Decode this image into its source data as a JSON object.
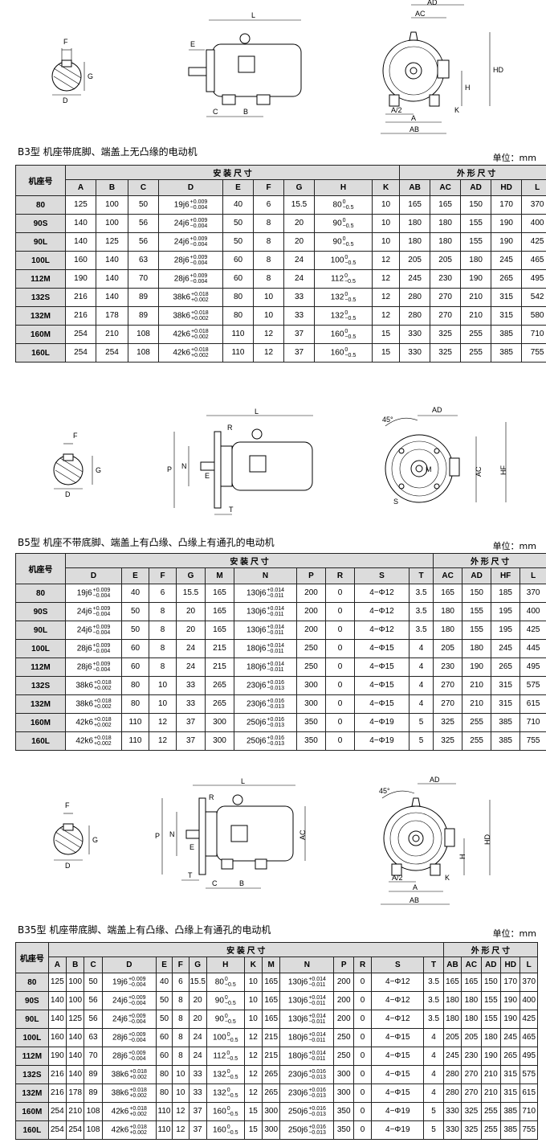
{
  "sections": [
    {
      "id": "b3",
      "caption": "B3型   机座带底脚、端盖上无凸缘的电动机",
      "unit": "单位：mm",
      "group_headers": {
        "model": "机座号",
        "install": "安 装 尺 寸",
        "outline": "外 形 尺 寸"
      },
      "install_cols": [
        "A",
        "B",
        "C",
        "D",
        "E",
        "F",
        "G",
        "H",
        "K"
      ],
      "outline_cols": [
        "AB",
        "AC",
        "AD",
        "HD",
        "L"
      ],
      "rows": [
        {
          "model": "80",
          "A": "125",
          "B": "100",
          "C": "50",
          "D": "19j6",
          "D_tol": [
            "+0.009",
            "−0.004"
          ],
          "E": "40",
          "F": "6",
          "G": "15.5",
          "H": "80",
          "H_tol": [
            "0",
            "−0.5"
          ],
          "K": "10",
          "AB": "165",
          "AC": "165",
          "AD": "150",
          "HD": "170",
          "L": "370"
        },
        {
          "model": "90S",
          "A": "140",
          "B": "100",
          "C": "56",
          "D": "24j6",
          "D_tol": [
            "+0.009",
            "−0.004"
          ],
          "E": "50",
          "F": "8",
          "G": "20",
          "H": "90",
          "H_tol": [
            "0",
            "−0.5"
          ],
          "K": "10",
          "AB": "180",
          "AC": "180",
          "AD": "155",
          "HD": "190",
          "L": "400"
        },
        {
          "model": "90L",
          "A": "140",
          "B": "125",
          "C": "56",
          "D": "24j6",
          "D_tol": [
            "+0.009",
            "−0.004"
          ],
          "E": "50",
          "F": "8",
          "G": "20",
          "H": "90",
          "H_tol": [
            "0",
            "−0.5"
          ],
          "K": "10",
          "AB": "180",
          "AC": "180",
          "AD": "155",
          "HD": "190",
          "L": "425"
        },
        {
          "model": "100L",
          "A": "160",
          "B": "140",
          "C": "63",
          "D": "28j6",
          "D_tol": [
            "+0.009",
            "−0.004"
          ],
          "E": "60",
          "F": "8",
          "G": "24",
          "H": "100",
          "H_tol": [
            "0",
            "−0.5"
          ],
          "K": "12",
          "AB": "205",
          "AC": "205",
          "AD": "180",
          "HD": "245",
          "L": "465"
        },
        {
          "model": "112M",
          "A": "190",
          "B": "140",
          "C": "70",
          "D": "28j6",
          "D_tol": [
            "+0.009",
            "−0.004"
          ],
          "E": "60",
          "F": "8",
          "G": "24",
          "H": "112",
          "H_tol": [
            "0",
            "−0.5"
          ],
          "K": "12",
          "AB": "245",
          "AC": "230",
          "AD": "190",
          "HD": "265",
          "L": "495"
        },
        {
          "model": "132S",
          "A": "216",
          "B": "140",
          "C": "89",
          "D": "38k6",
          "D_tol": [
            "+0.018",
            "+0.002"
          ],
          "E": "80",
          "F": "10",
          "G": "33",
          "H": "132",
          "H_tol": [
            "0",
            "−0.5"
          ],
          "K": "12",
          "AB": "280",
          "AC": "270",
          "AD": "210",
          "HD": "315",
          "L": "542"
        },
        {
          "model": "132M",
          "A": "216",
          "B": "178",
          "C": "89",
          "D": "38k6",
          "D_tol": [
            "+0.018",
            "+0.002"
          ],
          "E": "80",
          "F": "10",
          "G": "33",
          "H": "132",
          "H_tol": [
            "0",
            "−0.5"
          ],
          "K": "12",
          "AB": "280",
          "AC": "270",
          "AD": "210",
          "HD": "315",
          "L": "580"
        },
        {
          "model": "160M",
          "A": "254",
          "B": "210",
          "C": "108",
          "D": "42k6",
          "D_tol": [
            "+0.018",
            "+0.002"
          ],
          "E": "110",
          "F": "12",
          "G": "37",
          "H": "160",
          "H_tol": [
            "0",
            "−0.5"
          ],
          "K": "15",
          "AB": "330",
          "AC": "325",
          "AD": "255",
          "HD": "385",
          "L": "710"
        },
        {
          "model": "160L",
          "A": "254",
          "B": "254",
          "C": "108",
          "D": "42k6",
          "D_tol": [
            "+0.018",
            "+0.002"
          ],
          "E": "110",
          "F": "12",
          "G": "37",
          "H": "160",
          "H_tol": [
            "0",
            "−0.5"
          ],
          "K": "15",
          "AB": "330",
          "AC": "325",
          "AD": "255",
          "HD": "385",
          "L": "755"
        }
      ]
    },
    {
      "id": "b5",
      "caption": "B5型   机座不带底脚、端盖上有凸缘、凸缘上有通孔的电动机",
      "unit": "单位：mm",
      "group_headers": {
        "model": "机座号",
        "install": "安 装 尺 寸",
        "outline": "外 形 尺 寸"
      },
      "install_cols": [
        "D",
        "E",
        "F",
        "G",
        "M",
        "N",
        "P",
        "R",
        "S",
        "T"
      ],
      "outline_cols": [
        "AC",
        "AD",
        "HF",
        "L"
      ],
      "rows": [
        {
          "model": "80",
          "D": "19j6",
          "D_tol": [
            "+0.009",
            "−0.004"
          ],
          "E": "40",
          "F": "6",
          "G": "15.5",
          "M": "165",
          "N": "130j6",
          "N_tol": [
            "+0.014",
            "−0.011"
          ],
          "P": "200",
          "R": "0",
          "S": "4−Φ12",
          "T": "3.5",
          "AC": "165",
          "AD": "150",
          "HF": "185",
          "L": "370"
        },
        {
          "model": "90S",
          "D": "24j6",
          "D_tol": [
            "+0.009",
            "−0.004"
          ],
          "E": "50",
          "F": "8",
          "G": "20",
          "M": "165",
          "N": "130j6",
          "N_tol": [
            "+0.014",
            "−0.011"
          ],
          "P": "200",
          "R": "0",
          "S": "4−Φ12",
          "T": "3.5",
          "AC": "180",
          "AD": "155",
          "HF": "195",
          "L": "400"
        },
        {
          "model": "90L",
          "D": "24j6",
          "D_tol": [
            "+0.009",
            "−0.004"
          ],
          "E": "50",
          "F": "8",
          "G": "20",
          "M": "165",
          "N": "130j6",
          "N_tol": [
            "+0.014",
            "−0.011"
          ],
          "P": "200",
          "R": "0",
          "S": "4−Φ12",
          "T": "3.5",
          "AC": "180",
          "AD": "155",
          "HF": "195",
          "L": "425"
        },
        {
          "model": "100L",
          "D": "28j6",
          "D_tol": [
            "+0.009",
            "−0.004"
          ],
          "E": "60",
          "F": "8",
          "G": "24",
          "M": "215",
          "N": "180j6",
          "N_tol": [
            "+0.014",
            "−0.011"
          ],
          "P": "250",
          "R": "0",
          "S": "4−Φ15",
          "T": "4",
          "AC": "205",
          "AD": "180",
          "HF": "245",
          "L": "445"
        },
        {
          "model": "112M",
          "D": "28j6",
          "D_tol": [
            "+0.009",
            "−0.004"
          ],
          "E": "60",
          "F": "8",
          "G": "24",
          "M": "215",
          "N": "180j6",
          "N_tol": [
            "+0.014",
            "−0.011"
          ],
          "P": "250",
          "R": "0",
          "S": "4−Φ15",
          "T": "4",
          "AC": "230",
          "AD": "190",
          "HF": "265",
          "L": "495"
        },
        {
          "model": "132S",
          "D": "38k6",
          "D_tol": [
            "+0.018",
            "+0.002"
          ],
          "E": "80",
          "F": "10",
          "G": "33",
          "M": "265",
          "N": "230j6",
          "N_tol": [
            "+0.016",
            "−0.013"
          ],
          "P": "300",
          "R": "0",
          "S": "4−Φ15",
          "T": "4",
          "AC": "270",
          "AD": "210",
          "HF": "315",
          "L": "575"
        },
        {
          "model": "132M",
          "D": "38k6",
          "D_tol": [
            "+0.018",
            "+0.002"
          ],
          "E": "80",
          "F": "10",
          "G": "33",
          "M": "265",
          "N": "230j6",
          "N_tol": [
            "+0.016",
            "−0.013"
          ],
          "P": "300",
          "R": "0",
          "S": "4−Φ15",
          "T": "4",
          "AC": "270",
          "AD": "210",
          "HF": "315",
          "L": "615"
        },
        {
          "model": "160M",
          "D": "42k6",
          "D_tol": [
            "+0.018",
            "+0.002"
          ],
          "E": "110",
          "F": "12",
          "G": "37",
          "M": "300",
          "N": "250j6",
          "N_tol": [
            "+0.016",
            "−0.013"
          ],
          "P": "350",
          "R": "0",
          "S": "4−Φ19",
          "T": "5",
          "AC": "325",
          "AD": "255",
          "HF": "385",
          "L": "710"
        },
        {
          "model": "160L",
          "D": "42k6",
          "D_tol": [
            "+0.018",
            "+0.002"
          ],
          "E": "110",
          "F": "12",
          "G": "37",
          "M": "300",
          "N": "250j6",
          "N_tol": [
            "+0.016",
            "−0.013"
          ],
          "P": "350",
          "R": "0",
          "S": "4−Φ19",
          "T": "5",
          "AC": "325",
          "AD": "255",
          "HF": "385",
          "L": "755"
        }
      ]
    },
    {
      "id": "b35",
      "caption": "B35型   机座带底脚、端盖上有凸缘、凸缘上有通孔的电动机",
      "unit": "单位：mm",
      "group_headers": {
        "model": "机座号",
        "install": "安 装 尺 寸",
        "outline": "外 形 尺 寸"
      },
      "install_cols": [
        "A",
        "B",
        "C",
        "D",
        "E",
        "F",
        "G",
        "H",
        "K",
        "M",
        "N",
        "P",
        "R",
        "S",
        "T"
      ],
      "outline_cols": [
        "AB",
        "AC",
        "AD",
        "HD",
        "L"
      ],
      "rows": [
        {
          "model": "80",
          "A": "125",
          "B": "100",
          "C": "50",
          "D": "19j6",
          "D_tol": [
            "+0.009",
            "−0.004"
          ],
          "E": "40",
          "F": "6",
          "G": "15.5",
          "H": "80",
          "H_tol": [
            "0",
            "−0.5"
          ],
          "K": "10",
          "M": "165",
          "N": "130j6",
          "N_tol": [
            "+0.014",
            "−0.011"
          ],
          "P": "200",
          "R": "0",
          "S": "4−Φ12",
          "T": "3.5",
          "AB": "165",
          "AC": "165",
          "AD": "150",
          "HD": "170",
          "L": "370"
        },
        {
          "model": "90S",
          "A": "140",
          "B": "100",
          "C": "56",
          "D": "24j6",
          "D_tol": [
            "+0.009",
            "−0.004"
          ],
          "E": "50",
          "F": "8",
          "G": "20",
          "H": "90",
          "H_tol": [
            "0",
            "−0.5"
          ],
          "K": "10",
          "M": "165",
          "N": "130j6",
          "N_tol": [
            "+0.014",
            "−0.011"
          ],
          "P": "200",
          "R": "0",
          "S": "4−Φ12",
          "T": "3.5",
          "AB": "180",
          "AC": "180",
          "AD": "155",
          "HD": "190",
          "L": "400"
        },
        {
          "model": "90L",
          "A": "140",
          "B": "125",
          "C": "56",
          "D": "24j6",
          "D_tol": [
            "+0.009",
            "−0.004"
          ],
          "E": "50",
          "F": "8",
          "G": "20",
          "H": "90",
          "H_tol": [
            "0",
            "−0.5"
          ],
          "K": "10",
          "M": "165",
          "N": "130j6",
          "N_tol": [
            "+0.014",
            "−0.011"
          ],
          "P": "200",
          "R": "0",
          "S": "4−Φ12",
          "T": "3.5",
          "AB": "180",
          "AC": "180",
          "AD": "155",
          "HD": "190",
          "L": "425"
        },
        {
          "model": "100L",
          "A": "160",
          "B": "140",
          "C": "63",
          "D": "28j6",
          "D_tol": [
            "+0.009",
            "−0.004"
          ],
          "E": "60",
          "F": "8",
          "G": "24",
          "H": "100",
          "H_tol": [
            "0",
            "−0.5"
          ],
          "K": "12",
          "M": "215",
          "N": "180j6",
          "N_tol": [
            "+0.014",
            "−0.011"
          ],
          "P": "250",
          "R": "0",
          "S": "4−Φ15",
          "T": "4",
          "AB": "205",
          "AC": "205",
          "AD": "180",
          "HD": "245",
          "L": "465"
        },
        {
          "model": "112M",
          "A": "190",
          "B": "140",
          "C": "70",
          "D": "28j6",
          "D_tol": [
            "+0.009",
            "−0.004"
          ],
          "E": "60",
          "F": "8",
          "G": "24",
          "H": "112",
          "H_tol": [
            "0",
            "−0.5"
          ],
          "K": "12",
          "M": "215",
          "N": "180j6",
          "N_tol": [
            "+0.014",
            "−0.011"
          ],
          "P": "250",
          "R": "0",
          "S": "4−Φ15",
          "T": "4",
          "AB": "245",
          "AC": "230",
          "AD": "190",
          "HD": "265",
          "L": "495"
        },
        {
          "model": "132S",
          "A": "216",
          "B": "140",
          "C": "89",
          "D": "38k6",
          "D_tol": [
            "+0.018",
            "+0.002"
          ],
          "E": "80",
          "F": "10",
          "G": "33",
          "H": "132",
          "H_tol": [
            "0",
            "−0.5"
          ],
          "K": "12",
          "M": "265",
          "N": "230j6",
          "N_tol": [
            "+0.016",
            "−0.013"
          ],
          "P": "300",
          "R": "0",
          "S": "4−Φ15",
          "T": "4",
          "AB": "280",
          "AC": "270",
          "AD": "210",
          "HD": "315",
          "L": "575"
        },
        {
          "model": "132M",
          "A": "216",
          "B": "178",
          "C": "89",
          "D": "38k6",
          "D_tol": [
            "+0.018",
            "+0.002"
          ],
          "E": "80",
          "F": "10",
          "G": "33",
          "H": "132",
          "H_tol": [
            "0",
            "−0.5"
          ],
          "K": "12",
          "M": "265",
          "N": "230j6",
          "N_tol": [
            "+0.016",
            "−0.013"
          ],
          "P": "300",
          "R": "0",
          "S": "4−Φ15",
          "T": "4",
          "AB": "280",
          "AC": "270",
          "AD": "210",
          "HD": "315",
          "L": "615"
        },
        {
          "model": "160M",
          "A": "254",
          "B": "210",
          "C": "108",
          "D": "42k6",
          "D_tol": [
            "+0.018",
            "+0.002"
          ],
          "E": "110",
          "F": "12",
          "G": "37",
          "H": "160",
          "H_tol": [
            "0",
            "−0.5"
          ],
          "K": "15",
          "M": "300",
          "N": "250j6",
          "N_tol": [
            "+0.016",
            "−0.013"
          ],
          "P": "350",
          "R": "0",
          "S": "4−Φ19",
          "T": "5",
          "AB": "330",
          "AC": "325",
          "AD": "255",
          "HD": "385",
          "L": "710"
        },
        {
          "model": "160L",
          "A": "254",
          "B": "254",
          "C": "108",
          "D": "42k6",
          "D_tol": [
            "+0.018",
            "+0.002"
          ],
          "E": "110",
          "F": "12",
          "G": "37",
          "H": "160",
          "H_tol": [
            "0",
            "−0.5"
          ],
          "K": "15",
          "M": "300",
          "N": "250j6",
          "N_tol": [
            "+0.016",
            "−0.013"
          ],
          "P": "350",
          "R": "0",
          "S": "4−Φ19",
          "T": "5",
          "AB": "330",
          "AC": "325",
          "AD": "255",
          "HD": "385",
          "L": "755"
        }
      ]
    }
  ],
  "drawing_labels": {
    "b3": [
      "F",
      "G",
      "D",
      "L",
      "E",
      "C",
      "B",
      "AD",
      "AC",
      "HD",
      "H",
      "A/2",
      "A",
      "K",
      "AB"
    ],
    "b5": [
      "F",
      "G",
      "D",
      "L",
      "R",
      "P",
      "N",
      "E",
      "T",
      "AD",
      "45°",
      "AC",
      "HF",
      "M",
      "S"
    ],
    "b35": [
      "F",
      "G",
      "D",
      "L",
      "R",
      "P",
      "N",
      "E",
      "T",
      "C",
      "B",
      "AC",
      "AD",
      "45°",
      "HD",
      "H",
      "A/2",
      "K",
      "A",
      "AB"
    ]
  }
}
